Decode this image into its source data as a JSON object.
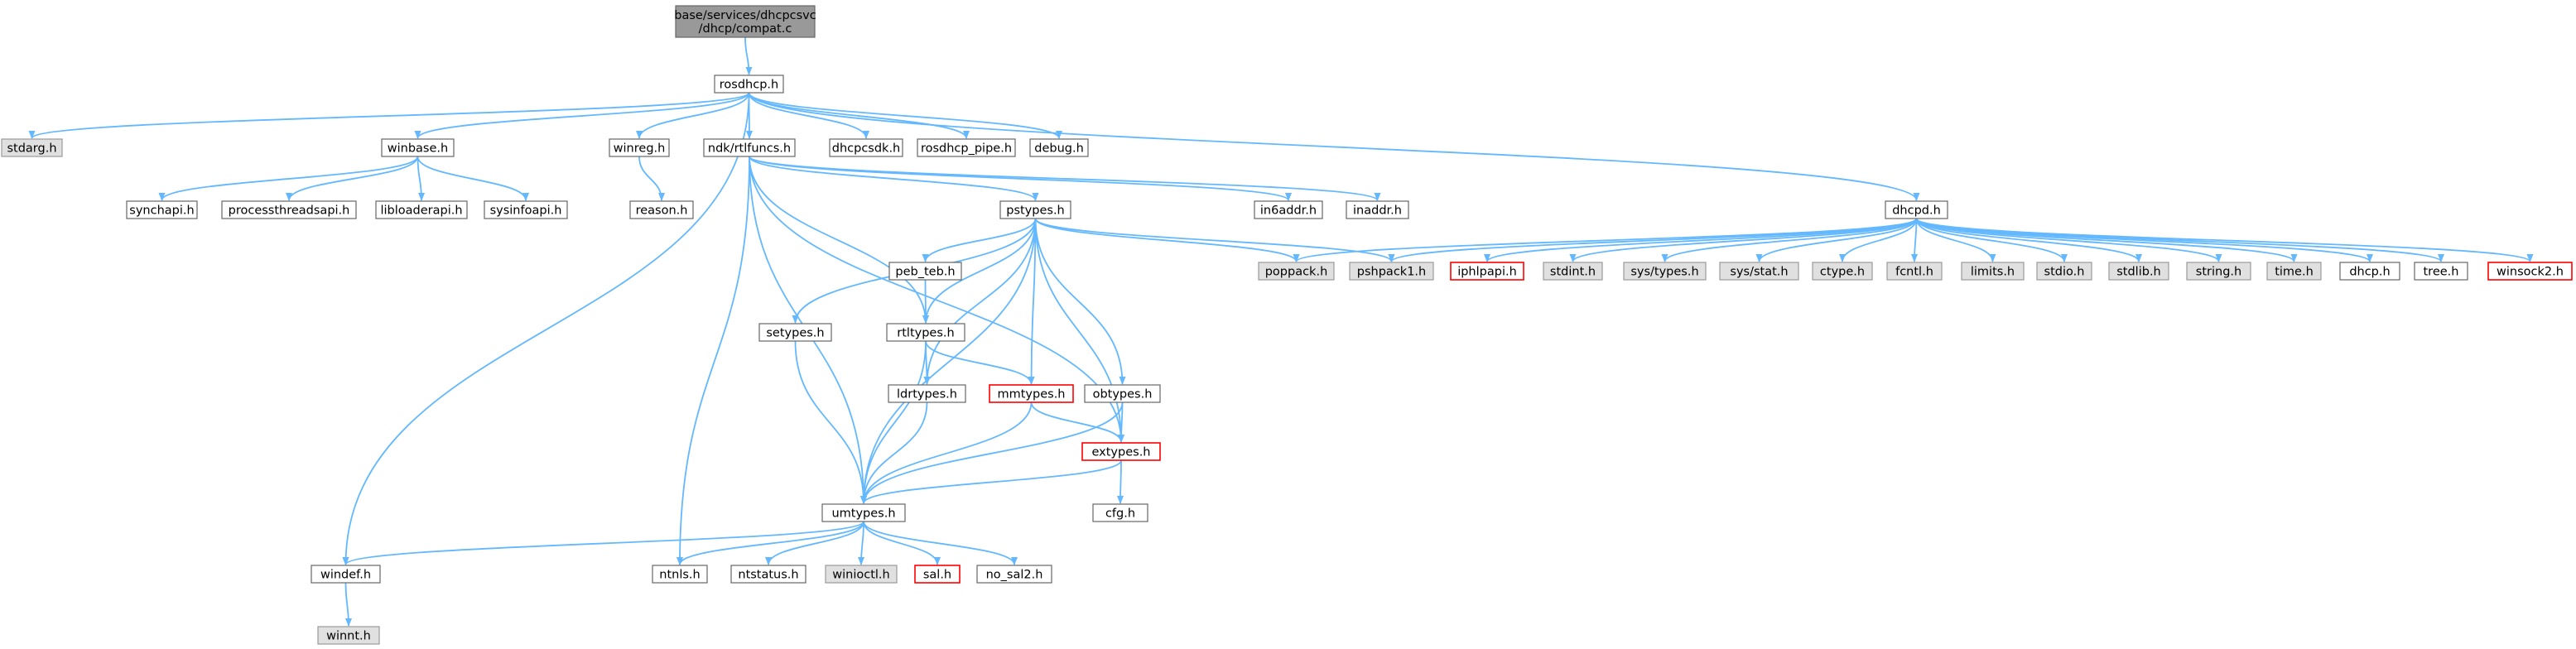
{
  "colors": {
    "edge": "#63b8ff",
    "root_fill": "#999999",
    "root_stroke": "#666666",
    "normal_fill": "#ffffff",
    "normal_stroke": "#666666",
    "system_fill": "#e0e0e0",
    "system_stroke": "#999999",
    "missing_stroke": "#ff0000"
  },
  "nodes": [
    {
      "id": "root",
      "lines": [
        "base/services/dhcpcsvc",
        "/dhcp/compat.c"
      ],
      "style": "root"
    },
    {
      "id": "rosdhcp",
      "lines": [
        "rosdhcp.h"
      ],
      "style": "normal"
    },
    {
      "id": "stdarg",
      "lines": [
        "stdarg.h"
      ],
      "style": "system"
    },
    {
      "id": "winbase",
      "lines": [
        "winbase.h"
      ],
      "style": "normal"
    },
    {
      "id": "winreg",
      "lines": [
        "winreg.h"
      ],
      "style": "normal"
    },
    {
      "id": "rtlfuncs",
      "lines": [
        "ndk/rtlfuncs.h"
      ],
      "style": "normal"
    },
    {
      "id": "dhcpcsdk",
      "lines": [
        "dhcpcsdk.h"
      ],
      "style": "normal"
    },
    {
      "id": "rosdhcp_pipe",
      "lines": [
        "rosdhcp_pipe.h"
      ],
      "style": "normal"
    },
    {
      "id": "debug",
      "lines": [
        "debug.h"
      ],
      "style": "normal"
    },
    {
      "id": "synchapi",
      "lines": [
        "synchapi.h"
      ],
      "style": "normal"
    },
    {
      "id": "processthreadsapi",
      "lines": [
        "processthreadsapi.h"
      ],
      "style": "normal"
    },
    {
      "id": "libloaderapi",
      "lines": [
        "libloaderapi.h"
      ],
      "style": "normal"
    },
    {
      "id": "sysinfoapi",
      "lines": [
        "sysinfoapi.h"
      ],
      "style": "normal"
    },
    {
      "id": "reason",
      "lines": [
        "reason.h"
      ],
      "style": "normal"
    },
    {
      "id": "in6addr",
      "lines": [
        "in6addr.h"
      ],
      "style": "normal"
    },
    {
      "id": "inaddr",
      "lines": [
        "inaddr.h"
      ],
      "style": "normal"
    },
    {
      "id": "pstypes",
      "lines": [
        "pstypes.h"
      ],
      "style": "normal"
    },
    {
      "id": "dhcpd",
      "lines": [
        "dhcpd.h"
      ],
      "style": "normal"
    },
    {
      "id": "peb_teb",
      "lines": [
        "peb_teb.h"
      ],
      "style": "normal"
    },
    {
      "id": "poppack",
      "lines": [
        "poppack.h"
      ],
      "style": "system"
    },
    {
      "id": "pshpack1",
      "lines": [
        "pshpack1.h"
      ],
      "style": "system"
    },
    {
      "id": "iphlpapi",
      "lines": [
        "iphlpapi.h"
      ],
      "style": "missing"
    },
    {
      "id": "stdint",
      "lines": [
        "stdint.h"
      ],
      "style": "system"
    },
    {
      "id": "systypes",
      "lines": [
        "sys/types.h"
      ],
      "style": "system"
    },
    {
      "id": "sysstat",
      "lines": [
        "sys/stat.h"
      ],
      "style": "system"
    },
    {
      "id": "ctype",
      "lines": [
        "ctype.h"
      ],
      "style": "system"
    },
    {
      "id": "fcntl",
      "lines": [
        "fcntl.h"
      ],
      "style": "system"
    },
    {
      "id": "limits",
      "lines": [
        "limits.h"
      ],
      "style": "system"
    },
    {
      "id": "stdio",
      "lines": [
        "stdio.h"
      ],
      "style": "system"
    },
    {
      "id": "stdlib",
      "lines": [
        "stdlib.h"
      ],
      "style": "system"
    },
    {
      "id": "string",
      "lines": [
        "string.h"
      ],
      "style": "system"
    },
    {
      "id": "time",
      "lines": [
        "time.h"
      ],
      "style": "system"
    },
    {
      "id": "dhcp",
      "lines": [
        "dhcp.h"
      ],
      "style": "normal"
    },
    {
      "id": "tree",
      "lines": [
        "tree.h"
      ],
      "style": "normal"
    },
    {
      "id": "winsock2",
      "lines": [
        "winsock2.h"
      ],
      "style": "missing"
    },
    {
      "id": "setypes",
      "lines": [
        "setypes.h"
      ],
      "style": "normal"
    },
    {
      "id": "rtltypes",
      "lines": [
        "rtltypes.h"
      ],
      "style": "normal"
    },
    {
      "id": "ldrtypes",
      "lines": [
        "ldrtypes.h"
      ],
      "style": "normal"
    },
    {
      "id": "mmtypes",
      "lines": [
        "mmtypes.h"
      ],
      "style": "missing"
    },
    {
      "id": "obtypes",
      "lines": [
        "obtypes.h"
      ],
      "style": "normal"
    },
    {
      "id": "extypes",
      "lines": [
        "extypes.h"
      ],
      "style": "missing"
    },
    {
      "id": "cfg",
      "lines": [
        "cfg.h"
      ],
      "style": "normal"
    },
    {
      "id": "umtypes",
      "lines": [
        "umtypes.h"
      ],
      "style": "normal"
    },
    {
      "id": "windef",
      "lines": [
        "windef.h"
      ],
      "style": "normal"
    },
    {
      "id": "ntnls",
      "lines": [
        "ntnls.h"
      ],
      "style": "normal"
    },
    {
      "id": "ntstatus",
      "lines": [
        "ntstatus.h"
      ],
      "style": "normal"
    },
    {
      "id": "winioctl",
      "lines": [
        "winioctl.h"
      ],
      "style": "system"
    },
    {
      "id": "sal",
      "lines": [
        "sal.h"
      ],
      "style": "missing"
    },
    {
      "id": "no_sal2",
      "lines": [
        "no_sal2.h"
      ],
      "style": "normal"
    },
    {
      "id": "winnt",
      "lines": [
        "winnt.h"
      ],
      "style": "system"
    }
  ],
  "edges": [
    [
      "root",
      "rosdhcp"
    ],
    [
      "rosdhcp",
      "stdarg"
    ],
    [
      "rosdhcp",
      "winbase"
    ],
    [
      "rosdhcp",
      "windef"
    ],
    [
      "rosdhcp",
      "winreg"
    ],
    [
      "rosdhcp",
      "rtlfuncs"
    ],
    [
      "rosdhcp",
      "dhcpcsdk"
    ],
    [
      "rosdhcp",
      "rosdhcp_pipe"
    ],
    [
      "rosdhcp",
      "debug"
    ],
    [
      "rosdhcp",
      "dhcpd"
    ],
    [
      "winbase",
      "synchapi"
    ],
    [
      "winbase",
      "processthreadsapi"
    ],
    [
      "winbase",
      "libloaderapi"
    ],
    [
      "winbase",
      "sysinfoapi"
    ],
    [
      "winreg",
      "reason"
    ],
    [
      "rtlfuncs",
      "in6addr"
    ],
    [
      "rtlfuncs",
      "inaddr"
    ],
    [
      "rtlfuncs",
      "pstypes"
    ],
    [
      "rtlfuncs",
      "rtltypes"
    ],
    [
      "rtlfuncs",
      "extypes"
    ],
    [
      "rtlfuncs",
      "umtypes"
    ],
    [
      "rtlfuncs",
      "ntnls"
    ],
    [
      "pstypes",
      "peb_teb"
    ],
    [
      "pstypes",
      "poppack"
    ],
    [
      "pstypes",
      "pshpack1"
    ],
    [
      "pstypes",
      "setypes"
    ],
    [
      "pstypes",
      "rtltypes"
    ],
    [
      "pstypes",
      "ldrtypes"
    ],
    [
      "pstypes",
      "mmtypes"
    ],
    [
      "pstypes",
      "obtypes"
    ],
    [
      "pstypes",
      "extypes"
    ],
    [
      "pstypes",
      "umtypes"
    ],
    [
      "peb_teb",
      "rtltypes"
    ],
    [
      "rtltypes",
      "ldrtypes"
    ],
    [
      "rtltypes",
      "mmtypes"
    ],
    [
      "rtltypes",
      "umtypes"
    ],
    [
      "setypes",
      "umtypes"
    ],
    [
      "ldrtypes",
      "umtypes"
    ],
    [
      "mmtypes",
      "umtypes"
    ],
    [
      "mmtypes",
      "extypes"
    ],
    [
      "obtypes",
      "umtypes"
    ],
    [
      "obtypes",
      "extypes"
    ],
    [
      "extypes",
      "umtypes"
    ],
    [
      "extypes",
      "cfg"
    ],
    [
      "umtypes",
      "windef"
    ],
    [
      "umtypes",
      "ntnls"
    ],
    [
      "umtypes",
      "ntstatus"
    ],
    [
      "umtypes",
      "winioctl"
    ],
    [
      "umtypes",
      "sal"
    ],
    [
      "umtypes",
      "no_sal2"
    ],
    [
      "windef",
      "winnt"
    ],
    [
      "dhcpd",
      "poppack"
    ],
    [
      "dhcpd",
      "pshpack1"
    ],
    [
      "dhcpd",
      "iphlpapi"
    ],
    [
      "dhcpd",
      "stdint"
    ],
    [
      "dhcpd",
      "systypes"
    ],
    [
      "dhcpd",
      "sysstat"
    ],
    [
      "dhcpd",
      "ctype"
    ],
    [
      "dhcpd",
      "fcntl"
    ],
    [
      "dhcpd",
      "limits"
    ],
    [
      "dhcpd",
      "stdio"
    ],
    [
      "dhcpd",
      "stdlib"
    ],
    [
      "dhcpd",
      "string"
    ],
    [
      "dhcpd",
      "time"
    ],
    [
      "dhcpd",
      "dhcp"
    ],
    [
      "dhcpd",
      "tree"
    ],
    [
      "dhcpd",
      "winsock2"
    ]
  ]
}
